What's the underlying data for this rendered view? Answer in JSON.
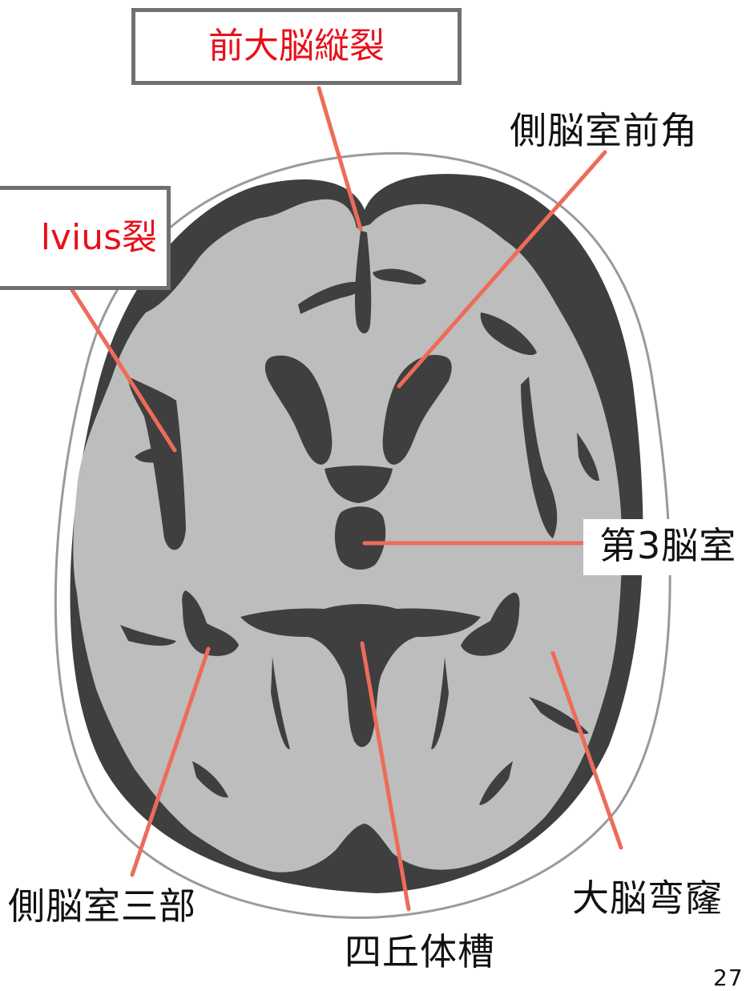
{
  "colors": {
    "csf": "#3f3f3f",
    "brain": "#bdbdbd",
    "skull_outline": "#9a9a9a",
    "leader_line": "#ee6b5a",
    "highlight_text": "#e8101a",
    "box_border": "#707070"
  },
  "labels": {
    "interhemispheric_fissure": "前大脳縦裂",
    "sylvian_fissure": "lvius裂",
    "lateral_ventricle_anterior_horn": "側脳室前角",
    "third_ventricle": "第3脳室",
    "lateral_ventricle_trigone": "側脳室三部",
    "quadrigeminal_cistern": "四丘体槽",
    "falx_cerebri": "大脳弯窿"
  },
  "page_number": "27"
}
